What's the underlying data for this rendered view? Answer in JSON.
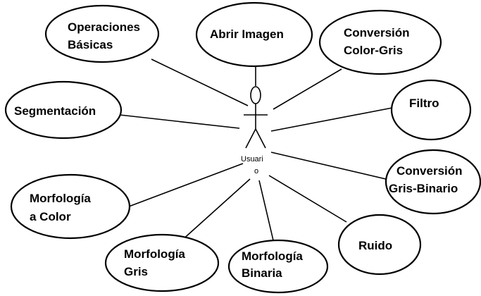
{
  "actor": {
    "name_line1": "Usuari",
    "name_line2": "o"
  },
  "use_cases": [
    {
      "key": "operaciones-basicas",
      "lines": [
        "Operaciones",
        "Básicas"
      ]
    },
    {
      "key": "abrir-imagen",
      "lines": [
        "Abrir Imagen"
      ]
    },
    {
      "key": "conversion-color-gris",
      "lines": [
        "Conversión",
        "Color-Gris"
      ]
    },
    {
      "key": "segmentacion",
      "lines": [
        "Segmentación"
      ]
    },
    {
      "key": "filtro",
      "lines": [
        "Filtro"
      ]
    },
    {
      "key": "conversion-gris-binario",
      "lines": [
        "Conversión",
        "Gris-Binario"
      ]
    },
    {
      "key": "morfologia-color",
      "lines": [
        "Morfología",
        "a Color"
      ]
    },
    {
      "key": "ruido",
      "lines": [
        "Ruido"
      ]
    },
    {
      "key": "morfologia-gris",
      "lines": [
        "Morfología",
        "Gris"
      ]
    },
    {
      "key": "morfologia-binaria",
      "lines": [
        "Morfología",
        "Binaria"
      ]
    }
  ]
}
